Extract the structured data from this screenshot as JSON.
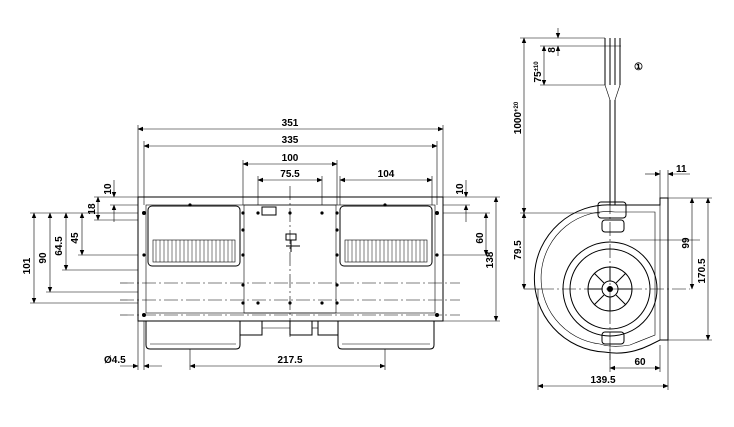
{
  "front_view": {
    "overall_width": "351",
    "mount_width": "335",
    "center_width": "100",
    "center_inner": "75.5",
    "fan_width": "104",
    "top_offset_left": "10",
    "top_offset_right": "10",
    "dim_18": "18",
    "height_101": "101",
    "height_90": "90",
    "height_64_5": "64.5",
    "height_45": "45",
    "height_60": "60",
    "height_138": "138",
    "hole_diameter": "Ø4.5",
    "bottom_span": "217.5"
  },
  "side_view": {
    "cable_length": "1000",
    "cable_tolerance": "+20",
    "wire_strip": "75",
    "wire_strip_tol": "±10",
    "wire_end": "8",
    "note_marker": "①",
    "flange": "11",
    "height_99": "99",
    "height_170_5": "170.5",
    "height_79_5": "79.5",
    "depth_60": "60",
    "depth_139_5": "139.5"
  }
}
